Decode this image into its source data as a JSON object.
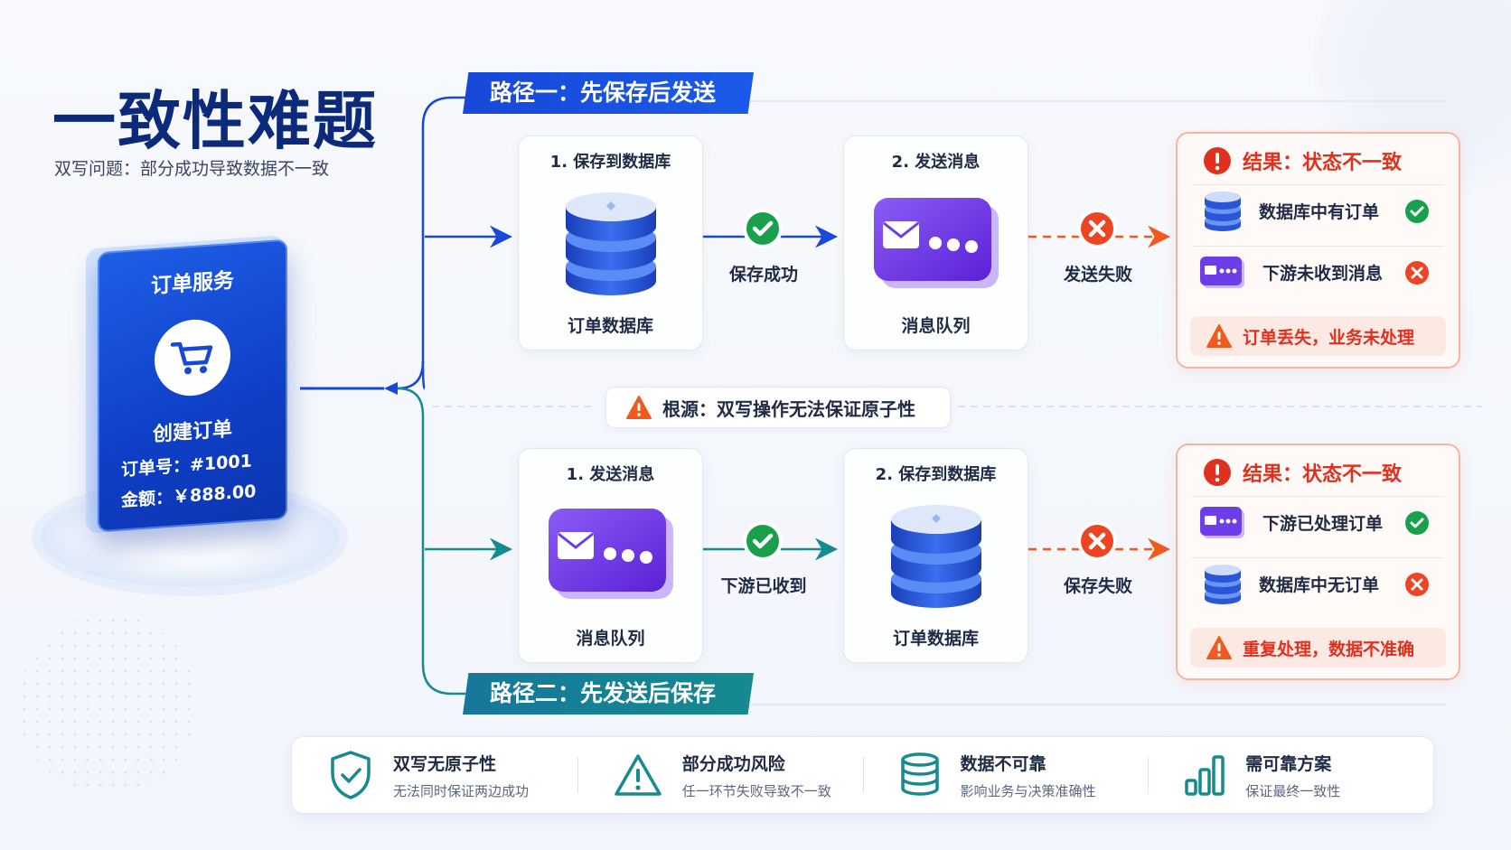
{
  "header": {
    "title": "一致性难题",
    "subtitle": "双写问题：部分成功导致数据不一致"
  },
  "service": {
    "title": "订单服务",
    "action": "创建订单",
    "order_no": "订单号：#1001",
    "amount": "金额：￥888.00"
  },
  "path1": {
    "tag": "路径一：先保存后发送",
    "step1": {
      "title": "1. 保存到数据库",
      "label": "订单数据库",
      "icon": "database-icon"
    },
    "step1_status": "保存成功",
    "step2": {
      "title": "2. 发送消息",
      "label": "消息队列",
      "icon": "message-queue-icon"
    },
    "step2_status": "发送失败",
    "result": {
      "title": "结果：状态不一致",
      "rows": [
        {
          "text": "数据库中有订单",
          "status": "ok"
        },
        {
          "text": "下游未收到消息",
          "status": "fail"
        }
      ],
      "warning": "订单丢失，业务未处理"
    }
  },
  "root_cause": "根源：双写操作无法保证原子性",
  "path2": {
    "tag": "路径二：先发送后保存",
    "step1": {
      "title": "1. 发送消息",
      "label": "消息队列",
      "icon": "message-queue-icon"
    },
    "step1_status": "下游已收到",
    "step2": {
      "title": "2. 保存到数据库",
      "label": "订单数据库",
      "icon": "database-icon"
    },
    "step2_status": "保存失败",
    "result": {
      "title": "结果：状态不一致",
      "rows": [
        {
          "text": "下游已处理订单",
          "status": "ok"
        },
        {
          "text": "数据库中无订单",
          "status": "fail"
        }
      ],
      "warning": "重复处理，数据不准确"
    }
  },
  "features": [
    {
      "title": "双写无原子性",
      "sub": "无法同时保证两边成功",
      "icon": "shield-check-icon"
    },
    {
      "title": "部分成功风险",
      "sub": "任一环节失败导致不一致",
      "icon": "warning-icon"
    },
    {
      "title": "数据不可靠",
      "sub": "影响业务与决策准确性",
      "icon": "database-stack-icon"
    },
    {
      "title": "需可靠方案",
      "sub": "保证最终一致性",
      "icon": "bar-chart-icon"
    }
  ],
  "colors": {
    "primary": "#1848d8",
    "teal": "#158a8f",
    "success": "#16a34a",
    "error": "#e0311f",
    "warning": "#f2591f"
  }
}
